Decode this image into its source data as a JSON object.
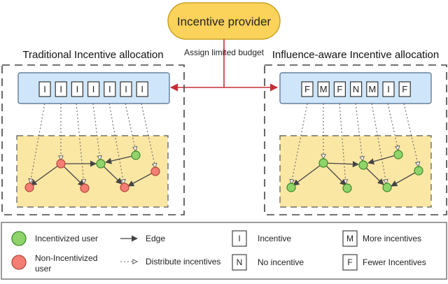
{
  "provider": {
    "label": "Incentive provider"
  },
  "budget_label": "Assign limited budget",
  "left_panel": {
    "title": "Traditional Incentive allocation",
    "slots": [
      "I",
      "I",
      "I",
      "I",
      "I",
      "I",
      "I"
    ]
  },
  "right_panel": {
    "title": "Influence-aware Incentive allocation",
    "slots": [
      "F",
      "M",
      "F",
      "N",
      "M",
      "I",
      "F"
    ]
  },
  "legend": {
    "incentivized": "Incentivized user",
    "non_incentivized_line1": "Non-Incentivized",
    "non_incentivized_line2": "user",
    "edge": "Edge",
    "distribute": "Distribute incentives",
    "incentive_symbol": "I",
    "incentive": "Incentive",
    "no_incentive_symbol": "N",
    "no_incentive": "No incentive",
    "more_symbol": "M",
    "more": "More incentives",
    "fewer_symbol": "F",
    "fewer": "Fewer Incentives"
  },
  "colors": {
    "provider_fill": "#fbd25a",
    "provider_stroke": "#c9a227",
    "budget_box": "#cfe6fa",
    "budget_stroke": "#4b6a88",
    "graph_fill": "#fbe7a4",
    "green_node": "#8fd46a",
    "green_stroke": "#3a8a2a",
    "red_node": "#f47e74",
    "red_stroke": "#b2453c",
    "budget_arrow": "#c43038",
    "edge": "#444444"
  }
}
